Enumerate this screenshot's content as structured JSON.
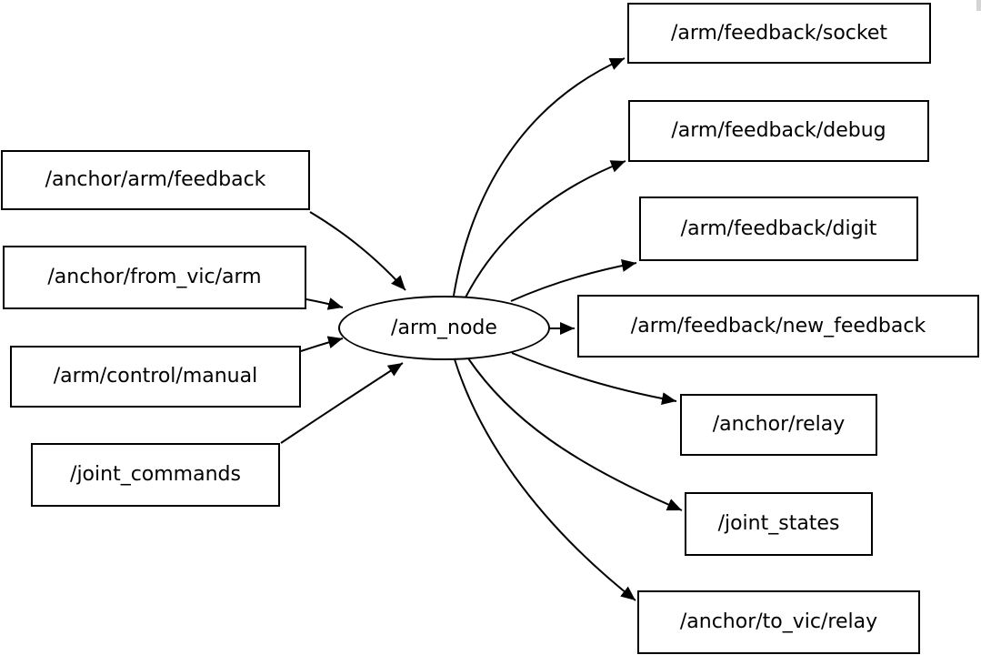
{
  "graph": {
    "center_node": {
      "label": "/arm_node",
      "shape": "ellipse"
    },
    "input_topics": [
      {
        "label": "/anchor/arm/feedback"
      },
      {
        "label": "/anchor/from_vic/arm"
      },
      {
        "label": "/arm/control/manual"
      },
      {
        "label": "/joint_commands"
      }
    ],
    "output_topics": [
      {
        "label": "/arm/feedback/socket"
      },
      {
        "label": "/arm/feedback/debug"
      },
      {
        "label": "/arm/feedback/digit"
      },
      {
        "label": "/arm/feedback/new_feedback"
      },
      {
        "label": "/anchor/relay"
      },
      {
        "label": "/joint_states"
      },
      {
        "label": "/anchor/to_vic/relay"
      }
    ],
    "colors": {
      "background": "#ffffff",
      "node_fill": "#ffffff",
      "node_border": "#000000",
      "edge": "#000000",
      "text": "#000000"
    }
  }
}
